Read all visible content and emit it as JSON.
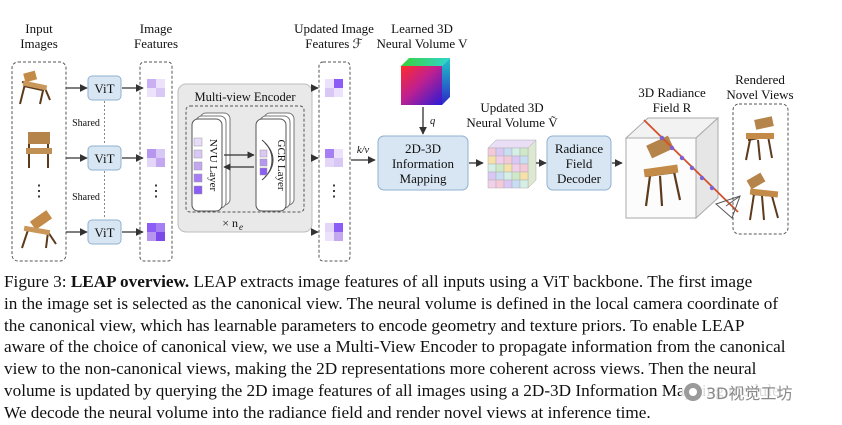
{
  "figure": {
    "input_images_title": [
      "Input",
      "Images"
    ],
    "image_features_title": [
      "Image",
      "Features"
    ],
    "vit_label": "ViT",
    "shared_label": "Shared",
    "ellipsis": "⋮",
    "encoder_title": "Multi-view Encoder",
    "nvu_label": "NVU Layer",
    "gcr_label": "GCR Layer",
    "encoder_repeat": "× n",
    "encoder_repeat_sub": "e",
    "updated_features_title": [
      "Updated Image",
      "Features ℱ"
    ],
    "learned_volume_title": [
      "Learned 3D",
      "Neural Volume V"
    ],
    "q_label": "q",
    "kv_label": "k/v",
    "mapping_label": [
      "2D-3D",
      "Information",
      "Mapping"
    ],
    "updated_volume_title": [
      "Updated 3D",
      "Neural Volume Ṽ"
    ],
    "decoder_label": [
      "Radiance",
      "Field",
      "Decoder"
    ],
    "radiance_title": [
      "3D Radiance",
      "Field R"
    ],
    "rendered_title": [
      "Rendered",
      "Novel Views"
    ],
    "colors": {
      "box_blue": "#d8e6f3",
      "box_blue_border": "#8fb0cf",
      "encoder_bg": "#e9e9e9",
      "feature_purple": "#8b5cf6",
      "feature_light": "#d9c7f5",
      "arrow": "#333333",
      "ray_red": "#d4502a"
    }
  },
  "caption": {
    "label": "Figure 3:",
    "bold": "LEAP overview.",
    "lines": [
      "LEAP extracts image features of all inputs using a ViT backbone. The first image",
      "in the image set is selected as the canonical view. The neural volume is defined in the local camera coordinate of",
      "the canonical view, which has learnable parameters to encode geometry and texture priors. To enable LEAP",
      "aware of the choice of canonical view, we use a Multi-View Encoder to propagate information from the canonical",
      "view to the non-canonical views, making the 2D representations more coherent across views. Then the neural",
      "volume is updated by querying the 2D image features of all images using a 2D-3D Information Mapping module.",
      "We decode the neural volume into the radiance field and render novel views at inference time."
    ]
  },
  "watermark": "3D视觉工坊"
}
